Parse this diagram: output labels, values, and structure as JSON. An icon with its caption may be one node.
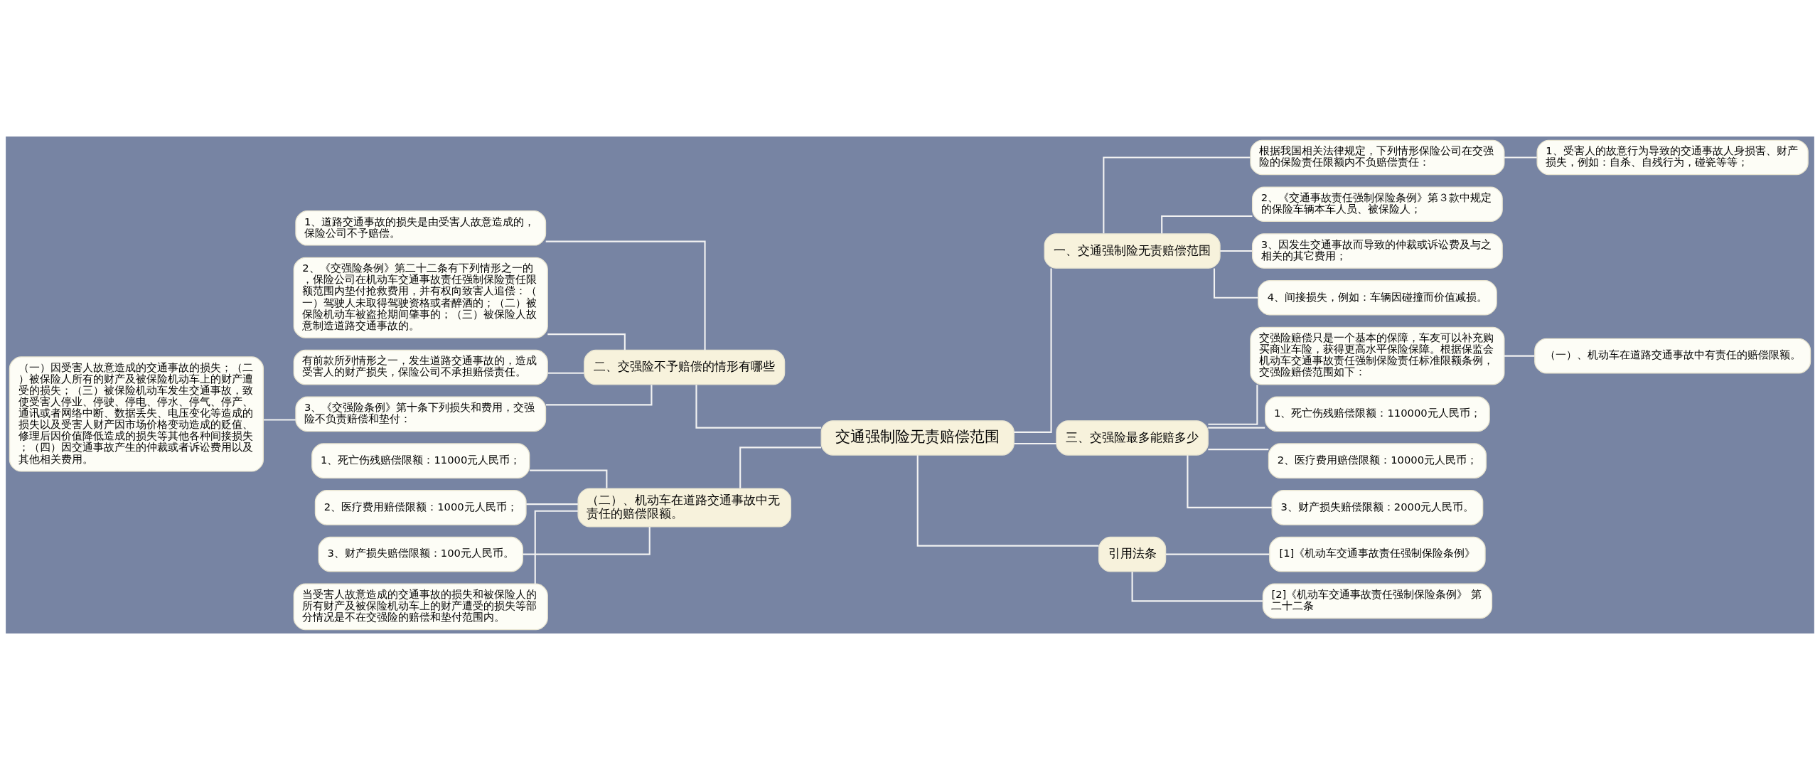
{
  "diagram": {
    "nodes": [
      {
        "text": [
          "交通强制险无责赔偿范围"
        ]
      },
      {
        "text": [
          "二、交强险不予赔偿的情形有哪些"
        ]
      },
      {
        "text": [
          "1、道路交通事故的损失是由受害人故意造成的，保险公司不予赔偿。"
        ]
      },
      {
        "text": [
          "2、《交强险条例》第二十二条有下列情形之一的，保险公司在机动车交通事故责任强制保险责任限额范围内垫付抢救费用，并有权向致害人追偿：（一）驾驶人未取得驾驶资格或者醉酒的；（二）被保险机动车被盗抢期间肇事的；（三）被保险人故意制造道路交通事故的。"
        ]
      },
      {
        "text": [
          "有前款所列情形之一，发生道路交通事故的，造成受害人的财产损失，保险公司不承担赔偿责任。"
        ]
      },
      {
        "text": [
          "3、《交强险条例》第十条下列损失和费用，交强险不负责赔偿和垫付："
        ]
      },
      {
        "text": [
          "（一）因受害人故意造成的交通事故的损失；（二）被保险人所有的财产及被保险机动车上的财产遭受的损失；（三）被保险机动车发生交通事故，致使受害人停业、停驶、停电、停水、停气、停产、通讯或者网络中断、数据丢失、电压变化等造成的损失以及受害人财产因市场价格变动造成的贬值、修理后因价值降低造成的损失等其他各种间接损失；（四）因交通事故产生的仲裁或者诉讼费用以及其他相关费用。"
        ]
      },
      {
        "text": [
          "（二）、机动车在道路交通事故中无责任的赔偿限额。"
        ]
      },
      {
        "text": [
          "1、死亡伤残赔偿限额：11000元人民币；"
        ]
      },
      {
        "text": [
          "2、医疗费用赔偿限额：1000元人民币；"
        ]
      },
      {
        "text": [
          "3、财产损失赔偿限额：100元人民币。"
        ]
      },
      {
        "text": [
          "当受害人故意造成的交通事故的损失和被保险人的所有财产及被保险机动车上的财产遭受的损失等部分情况是不在交强险的赔偿和垫付范围内。"
        ]
      },
      {
        "text": [
          "一、交通强制险无责赔偿范围"
        ]
      },
      {
        "text": [
          "根据我国相关法律规定，下列情形保险公司在交强险的保险责任限额内不负赔偿责任："
        ]
      },
      {
        "text": [
          "1、受害人的故意行为导致的交通事故人身损害、财产损失，例如：自杀、自残行为，碰瓷等等；"
        ]
      },
      {
        "text": [
          "2、《交通事故责任强制保险条例》第３款中规定的保险车辆本车人员、被保险人；"
        ]
      },
      {
        "text": [
          "3、因发生交通事故而导致的仲裁或诉讼费及与之相关的其它费用；"
        ]
      },
      {
        "text": [
          "4、间接损失，例如：车辆因碰撞而价值减损。"
        ]
      },
      {
        "text": [
          "三、交强险最多能赔多少"
        ]
      },
      {
        "text": [
          "交强险赔偿只是一个基本的保障，车友可以补充购买商业车险，获得更高水平保险保障。根据保监会机动车交通事故责任强制保险责任标准限额条例，交强险赔偿范围如下："
        ]
      },
      {
        "text": [
          "（一）、机动车在道路交通事故中有责任的赔偿限额。"
        ]
      },
      {
        "text": [
          "1、死亡伤残赔偿限额：110000元人民币；"
        ]
      },
      {
        "text": [
          "2、医疗费用赔偿限额：10000元人民币；"
        ]
      },
      {
        "text": [
          "3、财产损失赔偿限额：2000元人民币。"
        ]
      },
      {
        "text": [
          "引用法条"
        ]
      },
      {
        "text": [
          "[1]《机动车交通事故责任强制保险条例》"
        ]
      },
      {
        "text": [
          "[2]《机动车交通事故责任强制保险条例》 第二十二条"
        ]
      }
    ],
    "edges": [
      {
        "from": 0,
        "to": 1,
        "arrow": "none"
      },
      {
        "from": 1,
        "to": 2,
        "arrow": "none"
      },
      {
        "from": 1,
        "to": 3,
        "arrow": "none"
      },
      {
        "from": 1,
        "to": 4,
        "arrow": "none"
      },
      {
        "from": 1,
        "to": 5,
        "arrow": "none"
      },
      {
        "from": 5,
        "to": 6,
        "arrow": "none"
      },
      {
        "from": 0,
        "to": 7,
        "arrow": "none"
      },
      {
        "from": 7,
        "to": 8,
        "arrow": "none"
      },
      {
        "from": 7,
        "to": 9,
        "arrow": "none"
      },
      {
        "from": 7,
        "to": 10,
        "arrow": "none"
      },
      {
        "from": 7,
        "to": 11,
        "arrow": "none"
      },
      {
        "from": 0,
        "to": 12,
        "arrow": "none"
      },
      {
        "from": 12,
        "to": 13,
        "arrow": "none"
      },
      {
        "from": 13,
        "to": 14,
        "arrow": "none"
      },
      {
        "from": 12,
        "to": 15,
        "arrow": "none"
      },
      {
        "from": 12,
        "to": 16,
        "arrow": "none"
      },
      {
        "from": 12,
        "to": 17,
        "arrow": "none"
      },
      {
        "from": 0,
        "to": 18,
        "arrow": "none"
      },
      {
        "from": 18,
        "to": 19,
        "arrow": "none"
      },
      {
        "from": 19,
        "to": 20,
        "arrow": "none"
      },
      {
        "from": 18,
        "to": 21,
        "arrow": "none"
      },
      {
        "from": 18,
        "to": 22,
        "arrow": "none"
      },
      {
        "from": 18,
        "to": 23,
        "arrow": "none"
      },
      {
        "from": 0,
        "to": 24,
        "arrow": "none"
      },
      {
        "from": 24,
        "to": 25,
        "arrow": "none"
      },
      {
        "from": 24,
        "to": 26,
        "arrow": "none"
      }
    ]
  }
}
